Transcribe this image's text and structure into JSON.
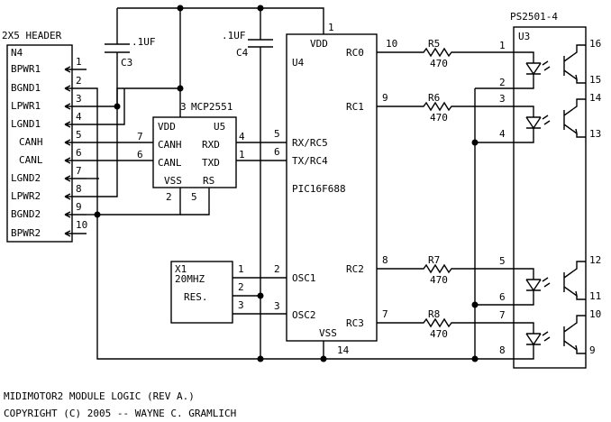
{
  "header": {
    "title": "2X5 HEADER",
    "ref": "N4",
    "pins": [
      {
        "name": "BPWR1",
        "num": "1"
      },
      {
        "name": "BGND1",
        "num": "2"
      },
      {
        "name": "LPWR1",
        "num": "3"
      },
      {
        "name": "LGND1",
        "num": "4"
      },
      {
        "name": "CANH",
        "num": "5"
      },
      {
        "name": "CANL",
        "num": "6"
      },
      {
        "name": "LGND2",
        "num": "7"
      },
      {
        "name": "LPWR2",
        "num": "8"
      },
      {
        "name": "BGND2",
        "num": "9"
      },
      {
        "name": "BPWR2",
        "num": "10"
      }
    ]
  },
  "c3": {
    "ref": "C3",
    "value": ".1UF"
  },
  "c4": {
    "ref": "C4",
    "value": ".1UF"
  },
  "u5": {
    "ref": "U5",
    "part": "MCP2551",
    "vdd": "VDD",
    "vss": "VSS",
    "canh": "CANH",
    "canl": "CANL",
    "rxd": "RXD",
    "txd": "TXD",
    "rs": "RS",
    "pin_vdd": "3",
    "pin_canh": "7",
    "pin_canl": "6",
    "pin_rxd": "4",
    "pin_txd": "1",
    "pin_vss": "2",
    "pin_rs": "5"
  },
  "u4": {
    "ref": "U4",
    "part": "PIC16F688",
    "vdd": "VDD",
    "vss": "VSS",
    "rc0": "RC0",
    "rc1": "RC1",
    "rc2": "RC2",
    "rc3": "RC3",
    "rx": "RX/RC5",
    "tx": "TX/RC4",
    "osc1": "OSC1",
    "osc2": "OSC2",
    "pin_vdd": "1",
    "pin_rc0": "10",
    "pin_rc1": "9",
    "pin_rc2": "8",
    "pin_rc3": "7",
    "pin_rx": "5",
    "pin_tx": "6",
    "pin_osc1": "2",
    "pin_osc2": "3",
    "pin_vss": "14"
  },
  "x1": {
    "ref": "X1",
    "value": "20MHZ",
    "type": "RES.",
    "pin1": "1",
    "pin2": "2",
    "pin3": "3"
  },
  "resistors": [
    {
      "ref": "R5",
      "value": "470"
    },
    {
      "ref": "R6",
      "value": "470"
    },
    {
      "ref": "R7",
      "value": "470"
    },
    {
      "ref": "R8",
      "value": "470"
    }
  ],
  "u3": {
    "part": "PS2501-4",
    "ref": "U3",
    "left_pins": [
      "1",
      "2",
      "3",
      "4",
      "5",
      "6",
      "7",
      "8"
    ],
    "right_pins": [
      "16",
      "15",
      "14",
      "13",
      "12",
      "11",
      "10",
      "9"
    ]
  },
  "footer": {
    "line1": "MIDIMOTOR2 MODULE LOGIC (REV A.)",
    "line2": "COPYRIGHT (C) 2005 -- WAYNE C. GRAMLICH"
  }
}
